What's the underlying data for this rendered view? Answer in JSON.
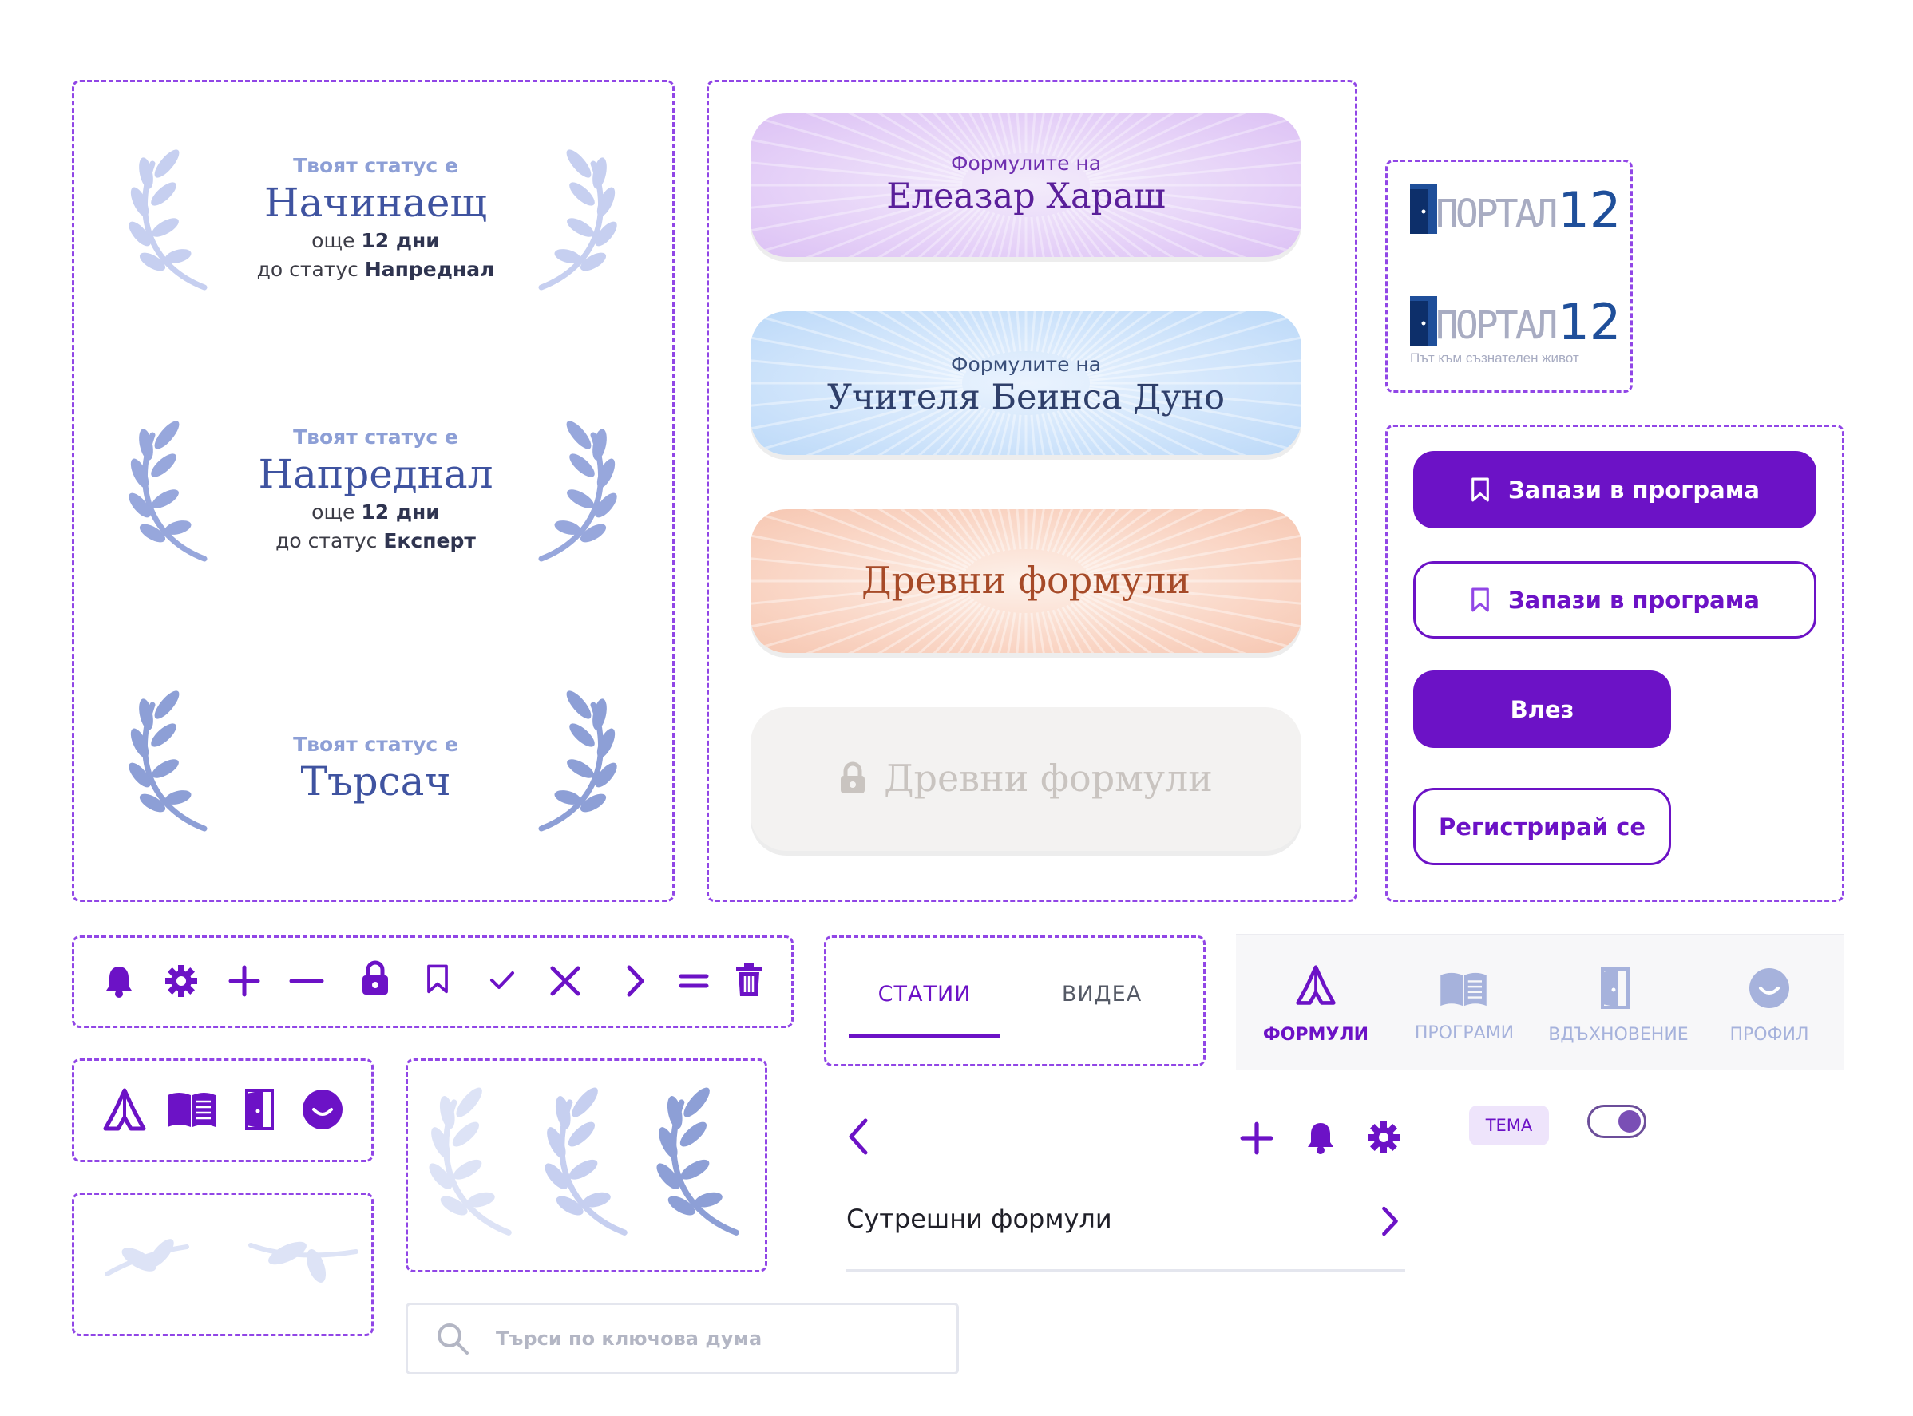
{
  "status_cards": [
    {
      "lead": "Твоят статус е",
      "title": "Начинаещ",
      "line1_pre": "още ",
      "line1_bold": "12 дни",
      "line2_pre": "до статус ",
      "line2_bold": "Напреднал"
    },
    {
      "lead": "Твоят статус е",
      "title": "Напреднал",
      "line1_pre": "още ",
      "line1_bold": "12 дни",
      "line2_pre": "до статус ",
      "line2_bold": "Експерт"
    },
    {
      "lead": "Твоят статус е",
      "title": "Търсач"
    }
  ],
  "formula_cards": [
    {
      "sub": "Формулите на",
      "title": "Елеазар Хараш",
      "color_sub": "#6f2fb0",
      "color_title": "#5a1f9a"
    },
    {
      "sub": "Формулите на",
      "title": "Учителя Беинса Дуно",
      "color_sub": "#3a4f7a",
      "color_title": "#2f3f6a"
    },
    {
      "title": "Древни формули",
      "color_title": "#a64a28"
    },
    {
      "title": "Древни формули",
      "color_title": "#c9c4c0",
      "locked": true
    }
  ],
  "logo": {
    "text": "ПОРТАЛ",
    "number": "12",
    "tagline": "Път към съзнателен живот"
  },
  "buttons": {
    "save_filled": "Запази в програма",
    "save_outline": "Запази в програма",
    "login": "Влез",
    "register": "Регистрирай се"
  },
  "icon_row": [
    "bell-icon",
    "gear-icon",
    "plus-icon",
    "minus-icon",
    "lock-icon",
    "bookmark-icon",
    "check-icon",
    "close-icon",
    "chevron-right-icon",
    "equals-icon",
    "trash-icon"
  ],
  "tabs": {
    "active": "СТАТИИ",
    "inactive": "ВИДЕА"
  },
  "bottom_nav": [
    {
      "label": "ФОРМУЛИ",
      "icon": "praying-hands-icon",
      "active": true
    },
    {
      "label": "ПРОГРАМИ",
      "icon": "book-icon"
    },
    {
      "label": "ВДЪХНОВЕНИЕ",
      "icon": "door-icon"
    },
    {
      "label": "ПРОФИЛ",
      "icon": "smiley-icon"
    }
  ],
  "theme": {
    "label": "ТЕМА",
    "enabled": true
  },
  "list_item": {
    "label": "Сутрешни формули"
  },
  "search": {
    "placeholder": "Търси по ключова дума"
  },
  "colors": {
    "accent": "#6c12c6",
    "dash": "#9146e6",
    "laurel": "#8d9fd6",
    "laurel_light": "#dde3f6"
  }
}
